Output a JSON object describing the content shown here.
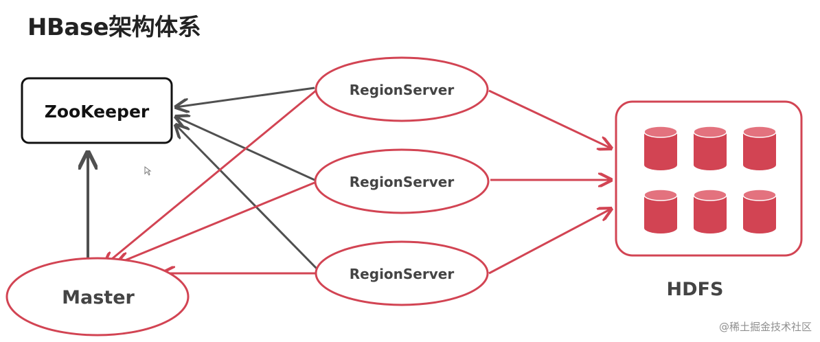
{
  "title": "HBase架构体系",
  "nodes": {
    "zookeeper": "ZooKeeper",
    "master": "Master",
    "regionservers": [
      "RegionServer",
      "RegionServer",
      "RegionServer"
    ],
    "hdfs": "HDFS"
  },
  "colors": {
    "red": "#d24453",
    "gray": "#505050",
    "text": "#444444"
  },
  "watermark": "@稀土掘金技术社区"
}
